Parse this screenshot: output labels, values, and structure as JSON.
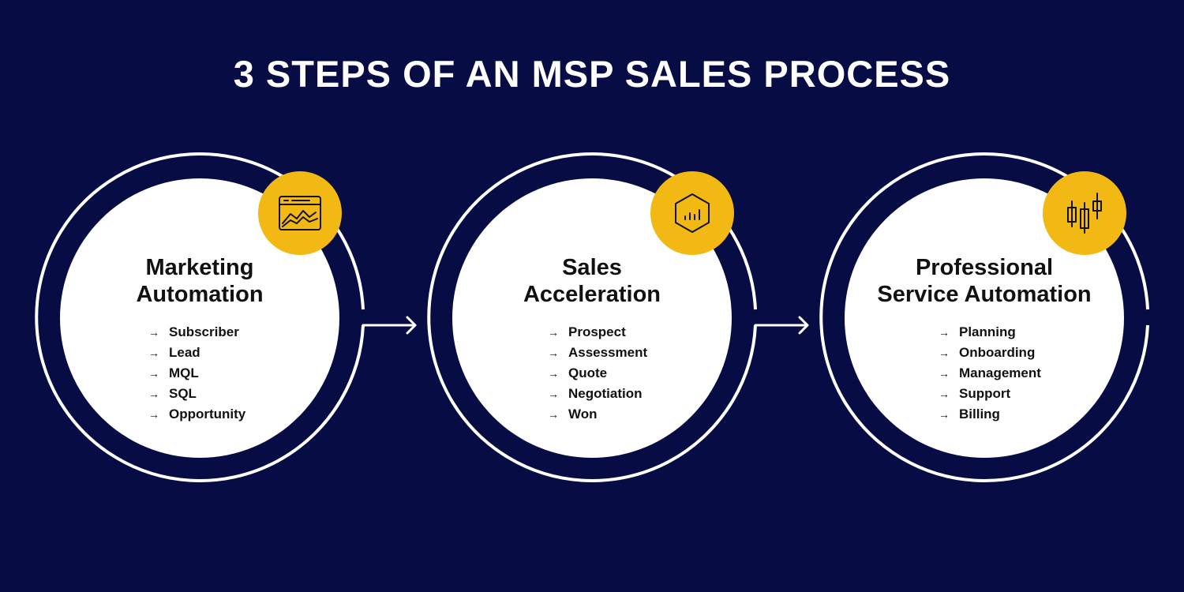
{
  "title": "3 STEPS OF AN MSP SALES PROCESS",
  "colors": {
    "background": "#070c45",
    "accent": "#f2b813",
    "circle": "#ffffff",
    "text": "#111111"
  },
  "steps": [
    {
      "title_lines": [
        "Marketing",
        "Automation"
      ],
      "icon": "browser-chart-icon",
      "items": [
        "Subscriber",
        "Lead",
        "MQL",
        "SQL",
        "Opportunity"
      ]
    },
    {
      "title_lines": [
        "Sales",
        "Acceleration"
      ],
      "icon": "hexagon-bar-chart-icon",
      "items": [
        "Prospect",
        "Assessment",
        "Quote",
        "Negotiation",
        "Won"
      ]
    },
    {
      "title_lines": [
        "Professional",
        "Service Automation"
      ],
      "icon": "candlestick-chart-icon",
      "items": [
        "Planning",
        "Onboarding",
        "Management",
        "Support",
        "Billing"
      ]
    }
  ]
}
